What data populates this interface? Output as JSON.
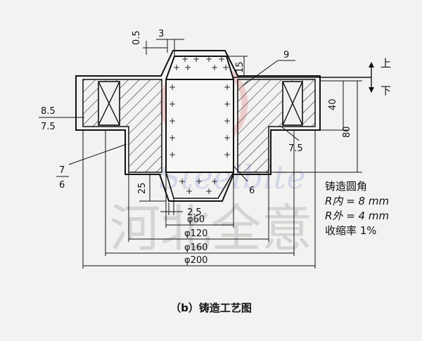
{
  "caption": "（b）铸造工艺图",
  "labels": {
    "top_side": "上",
    "bottom_side": "下",
    "callout_9": "9",
    "callout_6": "6",
    "frac_left_num": "8.5",
    "frac_left_den": "7.5",
    "frac_76_num": "7",
    "frac_76_den": "6",
    "dim_0_5": "0.5",
    "dim_3": "3",
    "dim_15": "15",
    "dim_40": "40",
    "dim_80": "80",
    "dim_7_5": "7.5",
    "dim_25": "25",
    "dim_2_5": "2.5",
    "dia_60": "φ60",
    "dia_120": "φ120",
    "dia_160": "φ160",
    "dia_200": "φ200"
  },
  "notes": {
    "title": "铸造圆角",
    "r_inner": "R内 = 8 mm",
    "r_outer": "R外 = 4 mm",
    "shrinkage": "收缩率 1%"
  },
  "watermark": {
    "brand": "Steelbite",
    "text": "河北全意"
  }
}
